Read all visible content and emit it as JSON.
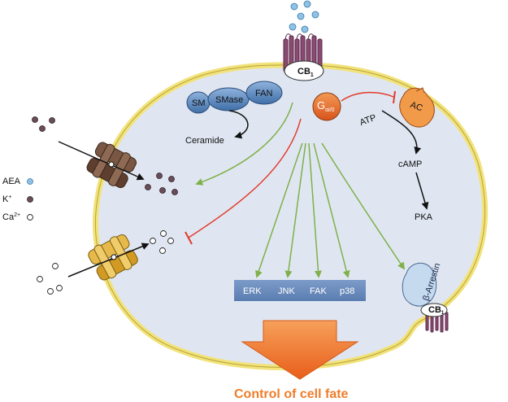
{
  "molecules": {
    "cb1": "CB",
    "cb1_sub": "1",
    "g_protein": "G",
    "g_protein_sub": "αi/0",
    "sm": "SM",
    "smase": "SMase",
    "fan": "FAN",
    "ac": "AC",
    "atp": "ATP",
    "camp": "cAMP",
    "pka": "PKA",
    "ceramide": "Ceramide",
    "beta_arrestin": "β-Arrestin",
    "cb1_internal": "CB",
    "cb1_internal_sub": "1"
  },
  "kinases": [
    "ERK",
    "JNK",
    "FAK",
    "p38"
  ],
  "legend": [
    {
      "label": "AEA",
      "color": "#8fc3e6"
    },
    {
      "label": "K",
      "sup": "+",
      "color": "#6b4d5a"
    },
    {
      "label": "Ca",
      "sup": "2+",
      "color": "#ffffff"
    }
  ],
  "outcome": "Control of cell fate",
  "colors": {
    "membrane": "#f2e27a",
    "cytoplasm": "#dfe6f1",
    "activation_arrow": "#7fb04a",
    "inhibition_line": "#e33a2a",
    "kinase_box": "#6d8fbe",
    "outcome_arrow": "#ef7a2a",
    "g_protein": "#e8702e",
    "ac_enzyme": "#f19a4a",
    "sm_fan": "#5f8fc4",
    "k_channel": "#7a5744",
    "ca_channel": "#e6b94a"
  }
}
